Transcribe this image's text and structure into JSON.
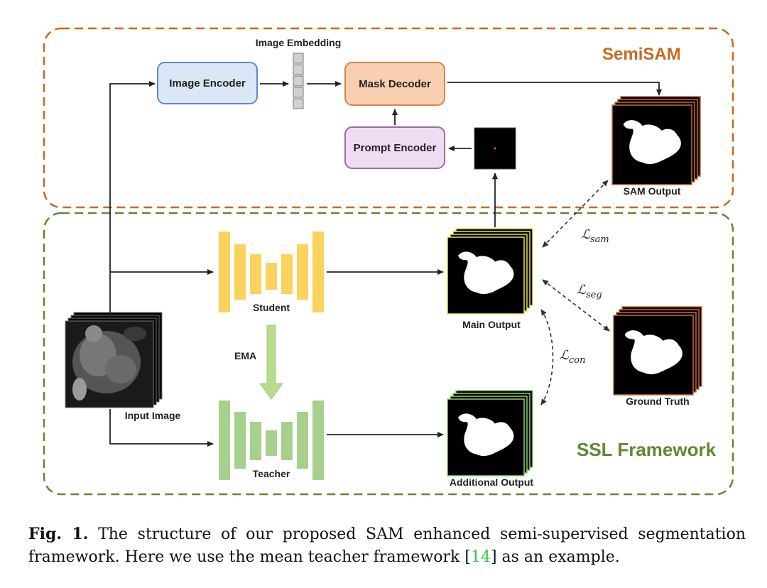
{
  "frames": {
    "semisam": {
      "title": "SemiSAM",
      "color": "#c8691e"
    },
    "ssl": {
      "title": "SSL Framework",
      "color": "#5c8a32"
    }
  },
  "labels": {
    "image_embedding": "Image Embedding",
    "image_encoder": "Image Encoder",
    "mask_decoder": "Mask Decoder",
    "prompt_encoder": "Prompt Encoder",
    "sam_output": "SAM Output",
    "student": "Student",
    "teacher": "Teacher",
    "ema": "EMA",
    "input_image": "Input Image",
    "main_output": "Main Output",
    "additional_output": "Additional Output",
    "ground_truth": "Ground Truth"
  },
  "losses": {
    "sam": {
      "symbol": "ℒ",
      "sub": "sam"
    },
    "seg": {
      "symbol": "ℒ",
      "sub": "seg"
    },
    "con": {
      "symbol": "ℒ",
      "sub": "con"
    }
  },
  "colors": {
    "image_encoder_fill": "#dbe7f7",
    "image_encoder_stroke": "#5b8bd0",
    "mask_decoder_fill": "#f8cfb0",
    "mask_decoder_stroke": "#d9854a",
    "prompt_encoder_fill": "#f0dcf2",
    "prompt_encoder_stroke": "#9a6aa8",
    "student": "#fad35c",
    "teacher": "#a8d08d",
    "ema_arrow": "#b8dc8c"
  },
  "caption": {
    "label": "Fig. 1.",
    "text_before_cite": " The structure of our proposed SAM enhanced semi-supervised segmentation framework. Here we use the mean teacher framework [",
    "cite": "14",
    "text_after_cite": "] as an example."
  }
}
